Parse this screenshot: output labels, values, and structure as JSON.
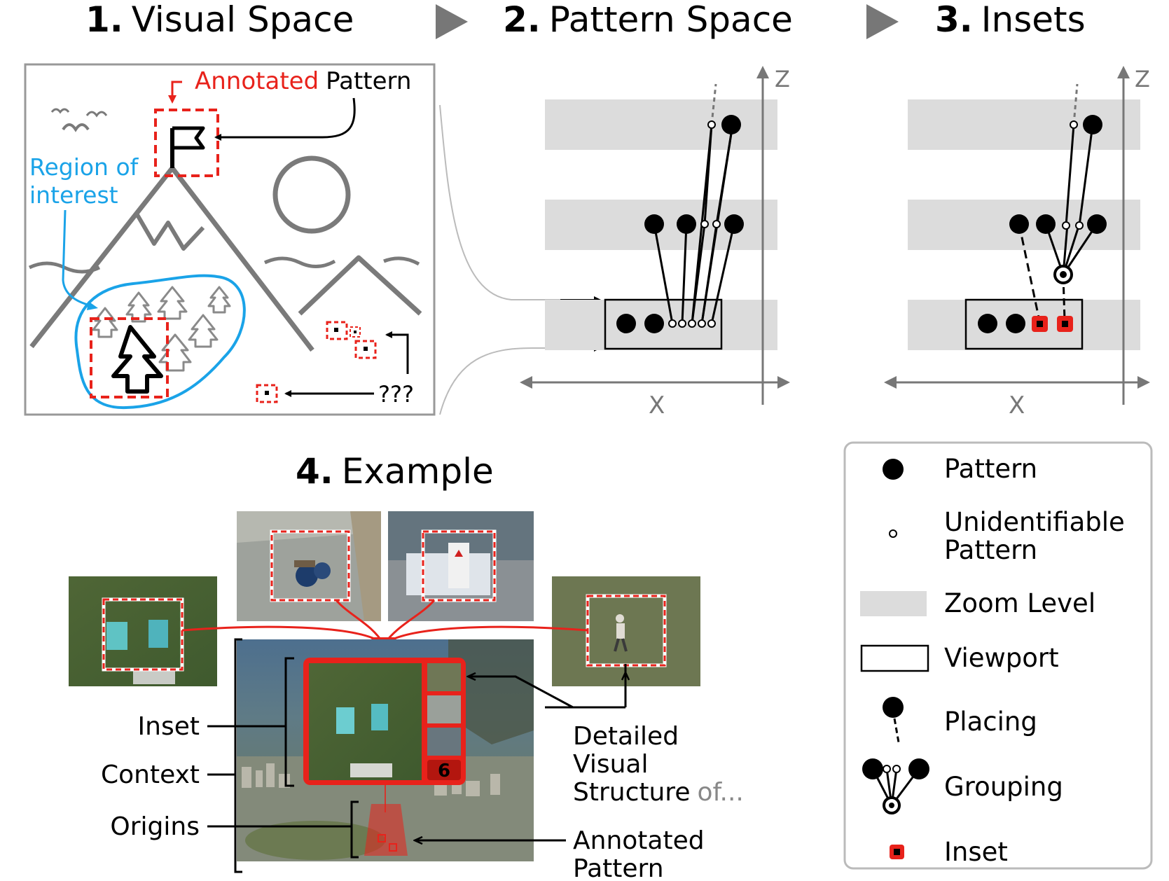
{
  "panels": {
    "p1": {
      "num": "1.",
      "title": "Visual Space"
    },
    "p2": {
      "num": "2.",
      "title": "Pattern Space"
    },
    "p3": {
      "num": "3.",
      "title": "Insets"
    },
    "p4": {
      "num": "4.",
      "title": "Example"
    }
  },
  "visual_space": {
    "annotated_word": "Annotated",
    "pattern_word": "Pattern",
    "region_line1": "Region of",
    "region_line2": "interest",
    "unknown": "???"
  },
  "axes": {
    "z": "Z",
    "x": "X"
  },
  "example": {
    "inset_label": "Inset",
    "context_label": "Context",
    "origins_label": "Origins",
    "detailed_line1": "Detailed",
    "detailed_line2": "Visual",
    "detailed_line3": "Structure",
    "detailed_suffix": "of...",
    "annotated_line1": "Annotated",
    "annotated_line2": "Pattern",
    "badge_count": "6"
  },
  "legend": {
    "pattern": "Pattern",
    "unidentifiable_line1": "Unidentifiable",
    "unidentifiable_line2": "Pattern",
    "zoom_level": "Zoom Level",
    "viewport": "Viewport",
    "placing": "Placing",
    "grouping": "Grouping",
    "inset": "Inset"
  },
  "colors": {
    "annotation_red": "#e8221b",
    "region_blue": "#1aa3e8",
    "zoom_gray": "#dcdcdc",
    "sketch_gray": "#7a7a7a"
  }
}
